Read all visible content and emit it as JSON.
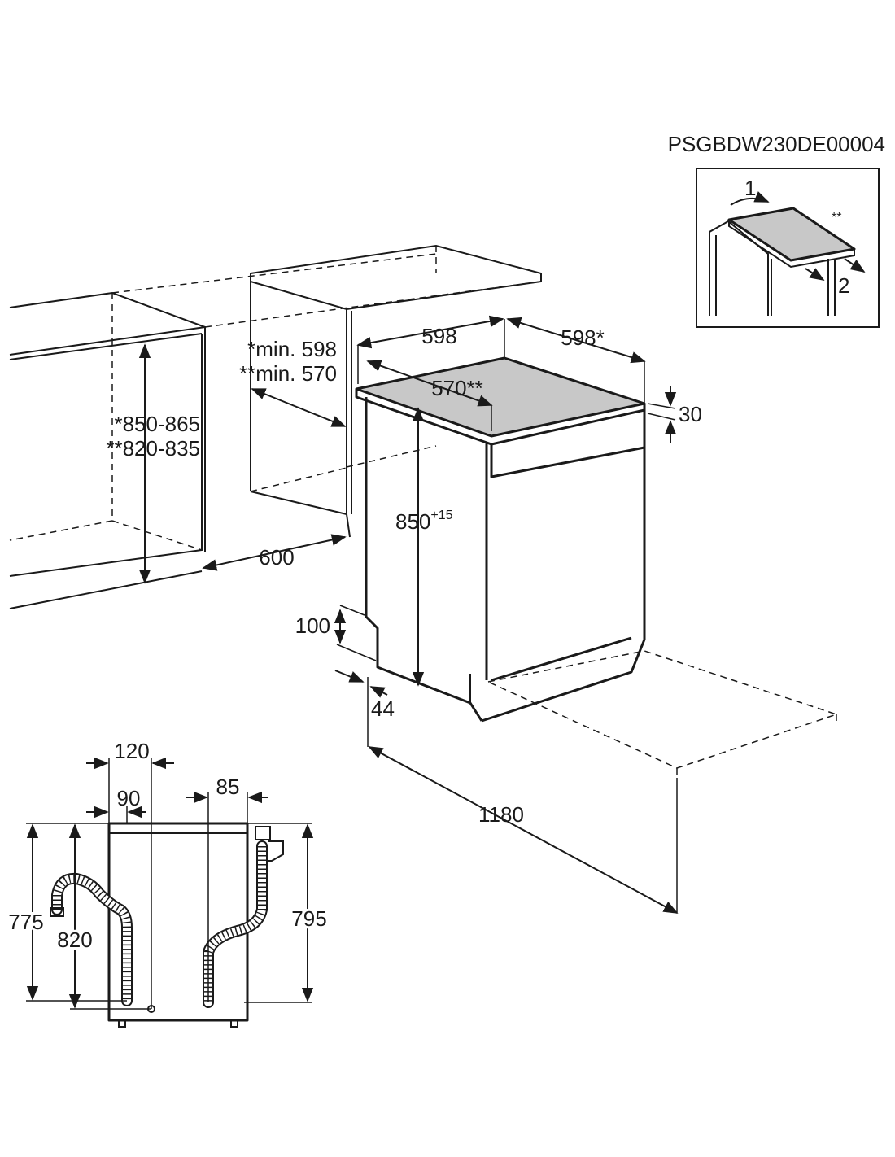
{
  "doc_code": "PSGBDW230DE00004",
  "inset": {
    "step1": "1",
    "step2": "2",
    "marker": "**"
  },
  "dims": {
    "width_front": "598",
    "width_side": "598*",
    "depth_top": "570**",
    "niche_min_line1": "*min. 598",
    "niche_min_line2": "**min. 570",
    "niche_height_line1": "*850-865",
    "niche_height_line2": "**820-835",
    "niche_depth": "600",
    "worktop": "30",
    "height_base": "850",
    "height_sup": "+15",
    "plinth": "100",
    "feet_offset": "44",
    "hose_length": "1180"
  },
  "rear": {
    "d120": "120",
    "d90": "90",
    "d85": "85",
    "d775": "775",
    "d820": "820",
    "d795": "795"
  },
  "colors": {
    "line": "#1a1a1a",
    "worktop_fill": "#c8c8c8",
    "background": "#ffffff"
  }
}
